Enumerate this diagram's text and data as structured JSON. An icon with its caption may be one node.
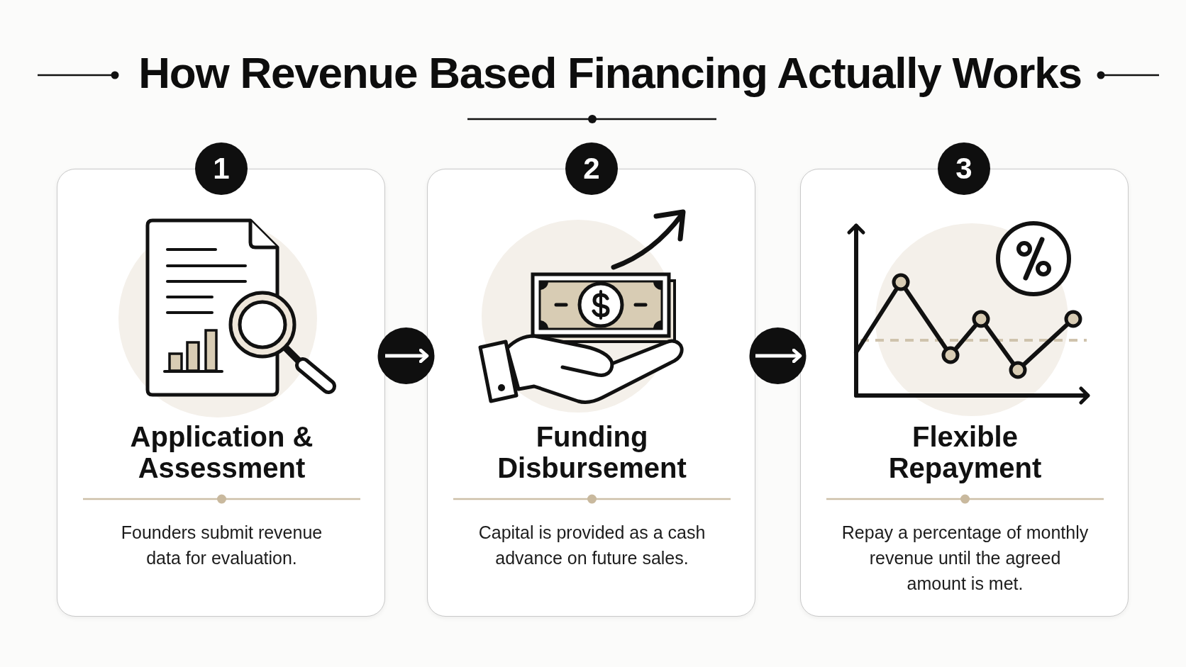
{
  "diagram": {
    "title": "How Revenue Based Financing Actually Works",
    "nodes": [
      {
        "text": [
          "1"
        ]
      },
      {
        "text": [
          "Application & Assessment",
          "Founders submit revenue data for evaluation."
        ]
      },
      {
        "text": [
          "2"
        ]
      },
      {
        "text": [
          "Funding Disbursement",
          "Capital is provided as a cash advance on future sales."
        ]
      },
      {
        "text": [
          "3"
        ]
      },
      {
        "text": [
          "Flexible Repayment",
          "Repay a percentage of monthly revenue until the agreed amount is met."
        ]
      }
    ],
    "edges": [
      {
        "from": 1,
        "to": 3,
        "arrow": "to"
      },
      {
        "from": 3,
        "to": 5,
        "arrow": "to"
      }
    ]
  }
}
